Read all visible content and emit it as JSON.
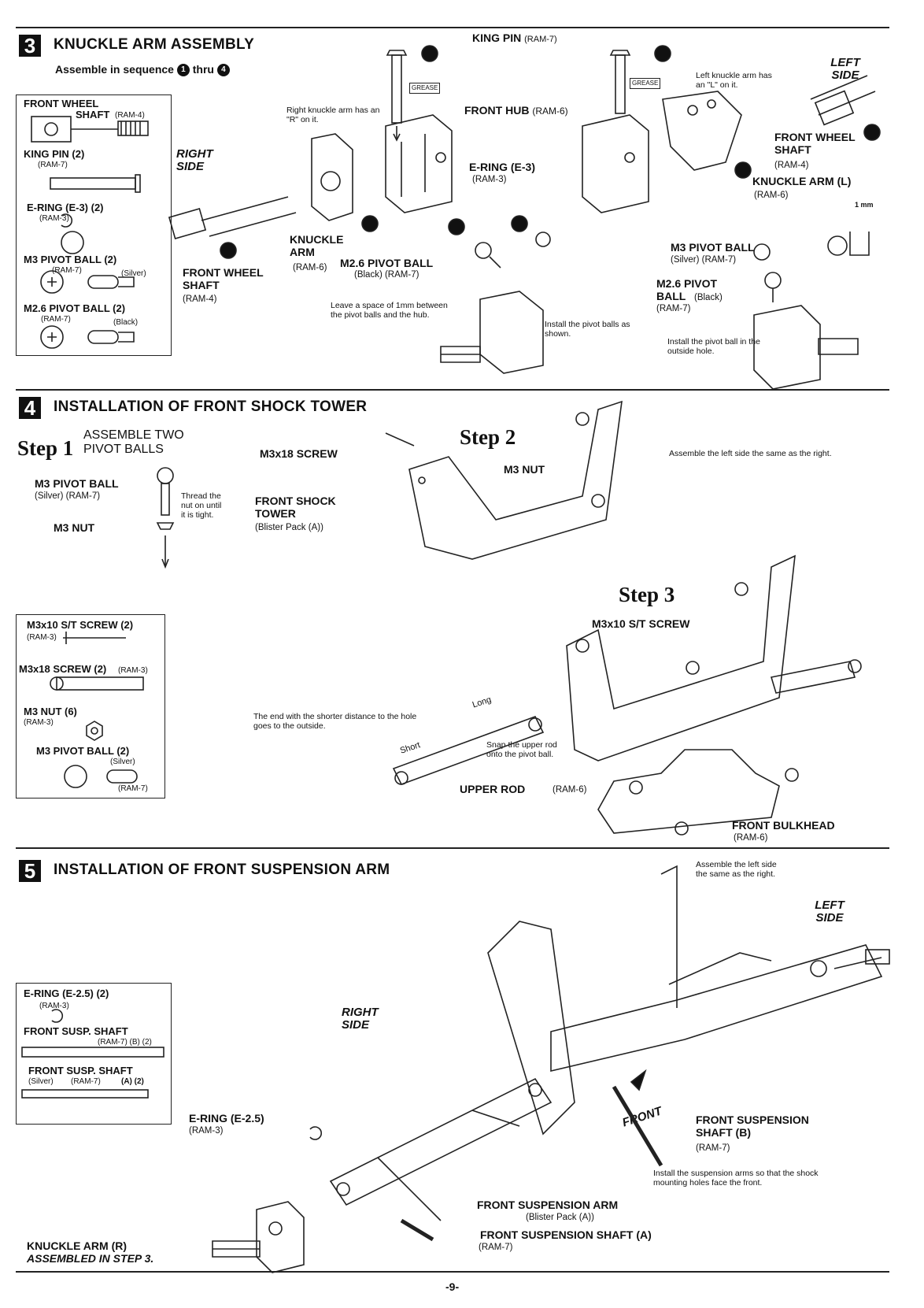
{
  "sec3": {
    "num": "3",
    "title": "KNUCKLE ARM ASSEMBLY",
    "sequence": "Assemble in sequence",
    "seq_from": "1",
    "seq_thru": "thru",
    "seq_to": "4",
    "parts": {
      "p1_name": "FRONT WHEEL",
      "p1_name2": "SHAFT",
      "p1_code": "(RAM-4)",
      "p2_name": "KING PIN (2)",
      "p2_code": "(RAM-7)",
      "p3_name": "E-RING (E-3) (2)",
      "p3_code": "(RAM-3)",
      "p4_name": "M3 PIVOT BALL (2)",
      "p4_code": "(RAM-7)",
      "p4_color": "(Silver)",
      "p5_name": "M2.6 PIVOT BALL (2)",
      "p5_code": "(RAM-7)",
      "p5_color": "(Black)"
    },
    "labels": {
      "king_pin": "KING PIN",
      "king_pin_code": "(RAM-7)",
      "grease1": "GREASE",
      "grease2": "GREASE",
      "right_side": "RIGHT SIDE",
      "left_side": "LEFT SIDE",
      "right_note": "Right knuckle arm has an \"R\" on it.",
      "left_note": "Left knuckle arm has an \"L\" on it.",
      "front_hub": "FRONT HUB",
      "front_hub_code": "(RAM-6)",
      "ering": "E-RING (E-3)",
      "ering_code": "(RAM-3)",
      "knuckle_arm": "KNUCKLE ARM",
      "knuckle_arm_code": "(RAM-6)",
      "fws": "FRONT WHEEL SHAFT",
      "fws_code": "(RAM-4)",
      "m26": "M2.6 PIVOT BALL",
      "m26_code": "(Black) (RAM-7)",
      "space_note": "Leave a space of 1mm between the pivot balls and the hub.",
      "install_note": "Install the pivot balls as shown.",
      "fws_r": "FRONT WHEEL SHAFT",
      "fws_r_code": "(RAM-4)",
      "knuckle_l": "KNUCKLE ARM (L)",
      "knuckle_l_code": "(RAM-6)",
      "one_mm": "1 mm",
      "m3_pivot": "M3 PIVOT BALL",
      "m3_pivot_code": "(Silver) (RAM-7)",
      "m26_r": "M2.6 PIVOT BALL",
      "m26_r_code": "(Black)",
      "m26_r_code2": "(RAM-7)",
      "outside_note": "Install the pivot ball in the outside hole."
    }
  },
  "sec4": {
    "num": "4",
    "title": "INSTALLATION OF FRONT SHOCK TOWER",
    "step1": "Step 1",
    "step1_desc": "ASSEMBLE TWO PIVOT BALLS",
    "step2": "Step 2",
    "step3": "Step 3",
    "m3_pivot": "M3 PIVOT BALL",
    "m3_pivot_code": "(Silver) (RAM-7)",
    "thread_note": "Thread the nut on until it is tight.",
    "m3_nut": "M3 NUT",
    "m3x18": "M3x18 SCREW",
    "m3nut2": "M3 NUT",
    "tower": "FRONT SHOCK TOWER",
    "tower_code": "(Blister Pack (A))",
    "left_same": "Assemble the left side the same as the right.",
    "m3x10": "M3x10 S/T SCREW",
    "end_note": "The end with the shorter distance to the hole goes to the outside.",
    "short": "Short",
    "long": "Long",
    "snap_note": "Snap the upper rod onto the pivot ball.",
    "upper_rod": "UPPER ROD",
    "upper_rod_code": "(RAM-6)",
    "bulkhead": "FRONT BULKHEAD",
    "bulkhead_code": "(RAM-6)",
    "parts": {
      "p1": "M3x10 S/T SCREW (2)",
      "p1_code": "(RAM-3)",
      "p2": "M3x18 SCREW (2)",
      "p2_code": "(RAM-3)",
      "p3": "M3 NUT (6)",
      "p3_code": "(RAM-3)",
      "p4": "M3 PIVOT BALL (2)",
      "p4_color": "(Silver)",
      "p4_code": "(RAM-7)"
    }
  },
  "sec5": {
    "num": "5",
    "title": "INSTALLATION OF FRONT SUSPENSION ARM",
    "left_same": "Assemble the left side the same as the right.",
    "left_side": "LEFT SIDE",
    "right_side": "RIGHT SIDE",
    "front": "FRONT",
    "ering": "E-RING (E-2.5)",
    "ering_code": "(RAM-3)",
    "shaft_b": "FRONT SUSPENSION SHAFT (B)",
    "shaft_b_code": "(RAM-7)",
    "shaft_note": "Install the suspension arms so that the shock mounting holes face the front.",
    "arm": "FRONT SUSPENSION ARM",
    "arm_code": "(Blister Pack (A))",
    "shaft_a": "FRONT SUSPENSION SHAFT (A)",
    "shaft_a_code": "(RAM-7)",
    "knuckle_r": "KNUCKLE ARM (R)",
    "knuckle_r2": "ASSEMBLED IN STEP 3.",
    "parts": {
      "p1": "E-RING (E-2.5) (2)",
      "p1_code": "(RAM-3)",
      "p2": "FRONT SUSP. SHAFT",
      "p2_code": "(RAM-7) (B) (2)",
      "p3": "FRONT SUSP. SHAFT",
      "p3_color": "(Silver)",
      "p3_code": "(RAM-7)",
      "p3_qty": "(A) (2)"
    }
  },
  "page_number": "-9-"
}
